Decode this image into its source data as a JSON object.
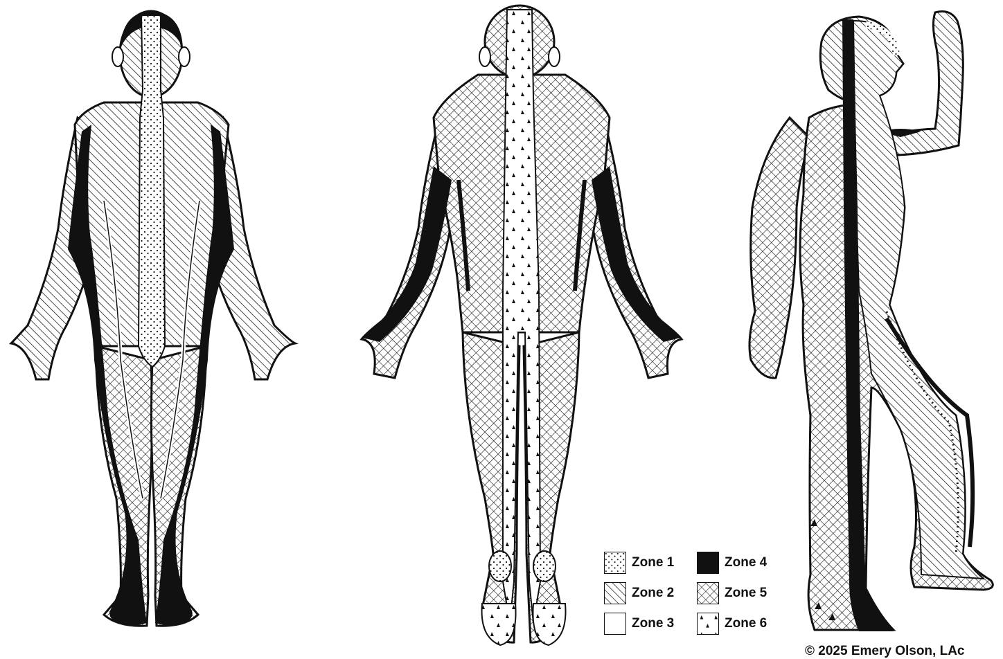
{
  "figures": [
    {
      "view": "front"
    },
    {
      "view": "back"
    },
    {
      "view": "side"
    }
  ],
  "legend": {
    "items": [
      {
        "label": "Zone 1",
        "pattern": "dots"
      },
      {
        "label": "Zone 2",
        "pattern": "diagonal-lines"
      },
      {
        "label": "Zone 3",
        "pattern": "blank"
      },
      {
        "label": "Zone 4",
        "pattern": "solid-black"
      },
      {
        "label": "Zone 5",
        "pattern": "crosshatch"
      },
      {
        "label": "Zone 6",
        "pattern": "triangles"
      }
    ]
  },
  "copyright": "© 2025 Emery Olson, LAc",
  "colors": {
    "ink": "#111111",
    "paper": "#ffffff"
  }
}
